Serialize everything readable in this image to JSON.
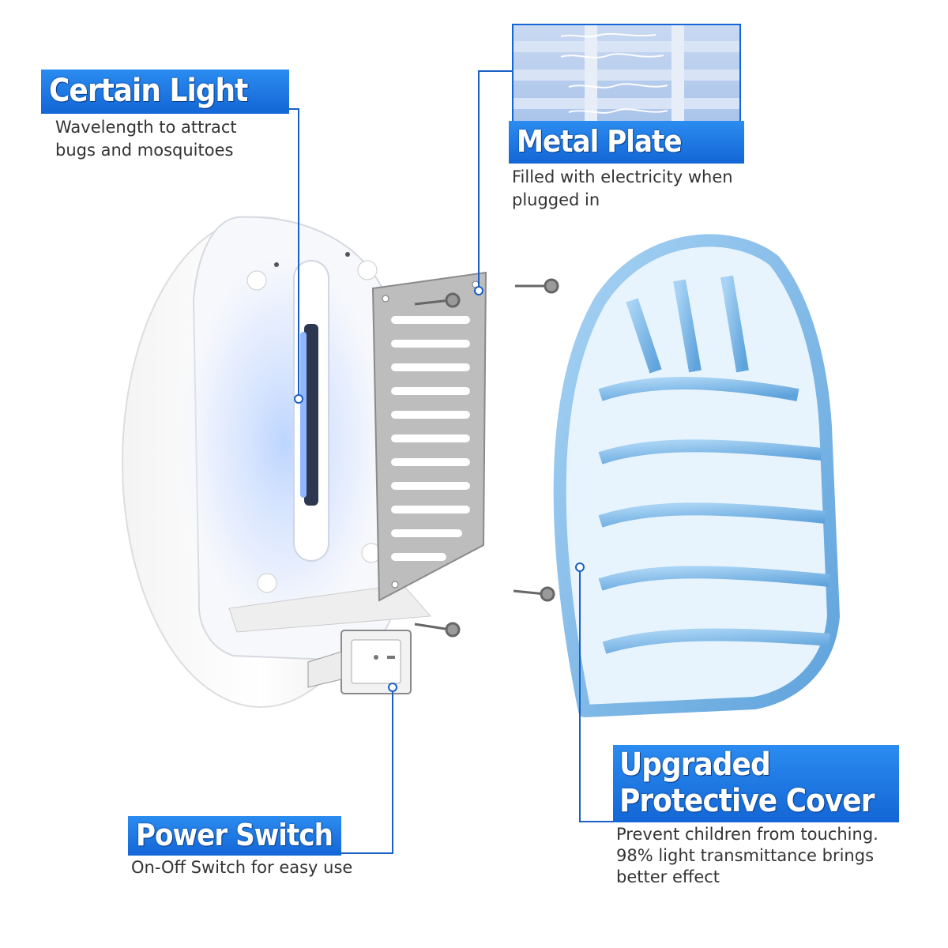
{
  "labels": {
    "certain_light": {
      "title": "Certain Light",
      "desc_lines": [
        "Wavelength to attract",
        "bugs and mosquitoes"
      ]
    },
    "metal_plate": {
      "title": "Metal Plate",
      "desc_lines": [
        "Filled with electricity when",
        "plugged in"
      ]
    },
    "power_switch": {
      "title": "Power Switch",
      "desc_lines": [
        "On-Off Switch for easy use"
      ]
    },
    "protective_cover": {
      "title_lines": [
        "Upgraded",
        "Protective Cover"
      ],
      "desc_lines": [
        "Prevent children from touching.",
        "98% light transmittance brings",
        "better effect"
      ]
    }
  },
  "colors": {
    "label_blue": "#1a73e0",
    "leader_blue": "#1a5fc4",
    "cover_blue": "#7fb8e6",
    "uv_glow": "#9ec4ff",
    "plate_grey": "#9a9a9a"
  }
}
